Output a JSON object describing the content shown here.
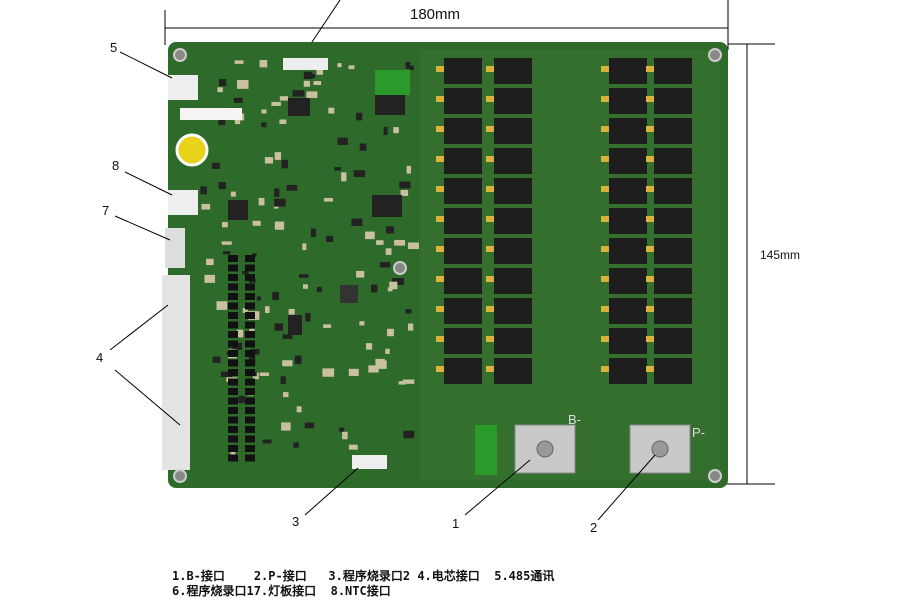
{
  "dimensions": {
    "width": "180mm",
    "height": "145mm"
  },
  "silkscreen": {
    "b_minus": "B-",
    "p_minus": "P-"
  },
  "callouts": [
    "1",
    "2",
    "3",
    "4",
    "5",
    "7",
    "8"
  ],
  "legend": {
    "row1": [
      "1.B-接口",
      "2.P-接口",
      "3.程序烧录口2",
      "4.电芯接口",
      "5.485通讯"
    ],
    "row2": [
      "6.程序烧录口1",
      "7.灯板接口",
      "8.NTC接口"
    ]
  },
  "colors": {
    "board": "#2e6a2a",
    "chip": "#1e1e1e",
    "pad": "#d8b23a"
  }
}
